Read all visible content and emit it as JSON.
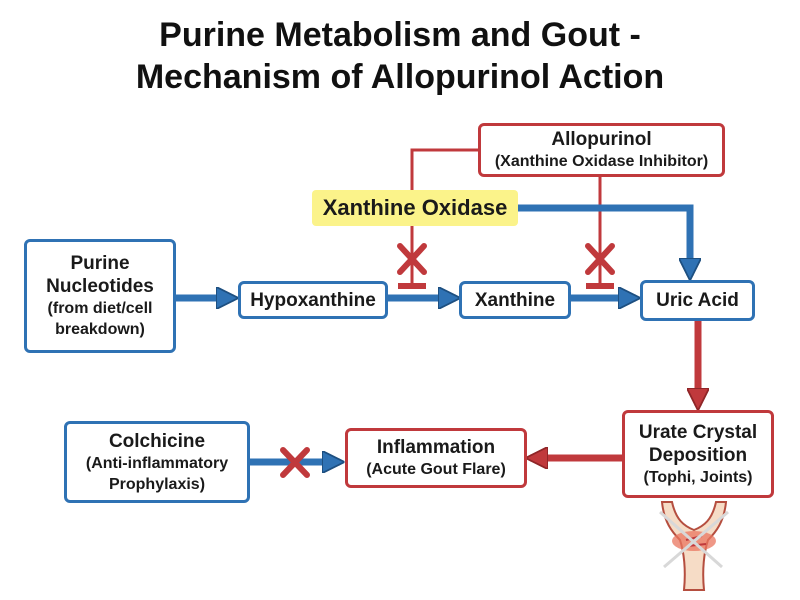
{
  "title_line1": "Purine Metabolism and Gout -",
  "title_line2": "Mechanism of Allopurinol Action",
  "allopurinol": {
    "name": "Allopurinol",
    "description": "(Xanthine Oxidase Inhibitor)"
  },
  "enzyme_label": "Xanthine Oxidase",
  "purine": {
    "line1": "Purine",
    "line2": "Nucleotides",
    "line3": "(from diet/cell",
    "line4": "breakdown)"
  },
  "hypoxanthine": "Hypoxanthine",
  "xanthine": "Xanthine",
  "uric_acid": "Uric Acid",
  "urate": {
    "line1": "Urate Crystal",
    "line2": "Deposition",
    "line3": "(Tophi, Joints)"
  },
  "inflammation": {
    "line1": "Inflammation",
    "line2": "(Acute Gout Flare)"
  },
  "colchicine": {
    "line1": "Colchicine",
    "line2": "(Anti-inflammatory",
    "line3": "Prophylaxis)"
  },
  "colors": {
    "pathway_blue": "#2f72b4",
    "inhibition_red": "#c0393c",
    "highlight_yellow": "#fbf38a"
  },
  "icons": [
    "inhibition-x-icon",
    "knee-joint-icon"
  ]
}
